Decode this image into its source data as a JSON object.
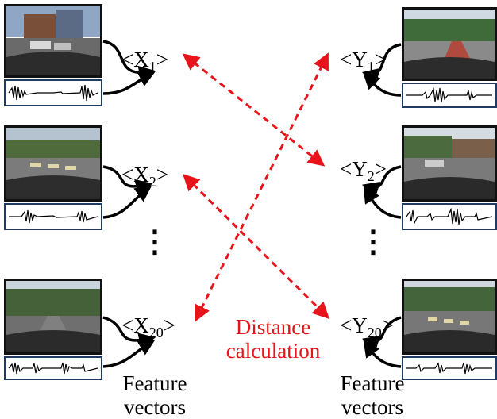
{
  "left_labels": [
    {
      "base": "<X",
      "sub": "1",
      "close": ">"
    },
    {
      "base": "<X",
      "sub": "2",
      "close": ">"
    },
    {
      "base": "<X",
      "sub": "20",
      "close": ">"
    }
  ],
  "right_labels": [
    {
      "base": "<Y",
      "sub": "1",
      "close": ">"
    },
    {
      "base": "<Y",
      "sub": "2",
      "close": ">"
    },
    {
      "base": "<Y",
      "sub": "20",
      "close": ">"
    }
  ],
  "ellipsis": "⋮",
  "distance_label": {
    "line1": "Distance",
    "line2": "calculation",
    "color": "#e8141b"
  },
  "feature_caption": {
    "line1": "Feature",
    "line2": "vectors"
  },
  "colors": {
    "arrow_dashed": "#e8141b",
    "audio_border": "#1f3b63",
    "frame_border": "#111111"
  }
}
